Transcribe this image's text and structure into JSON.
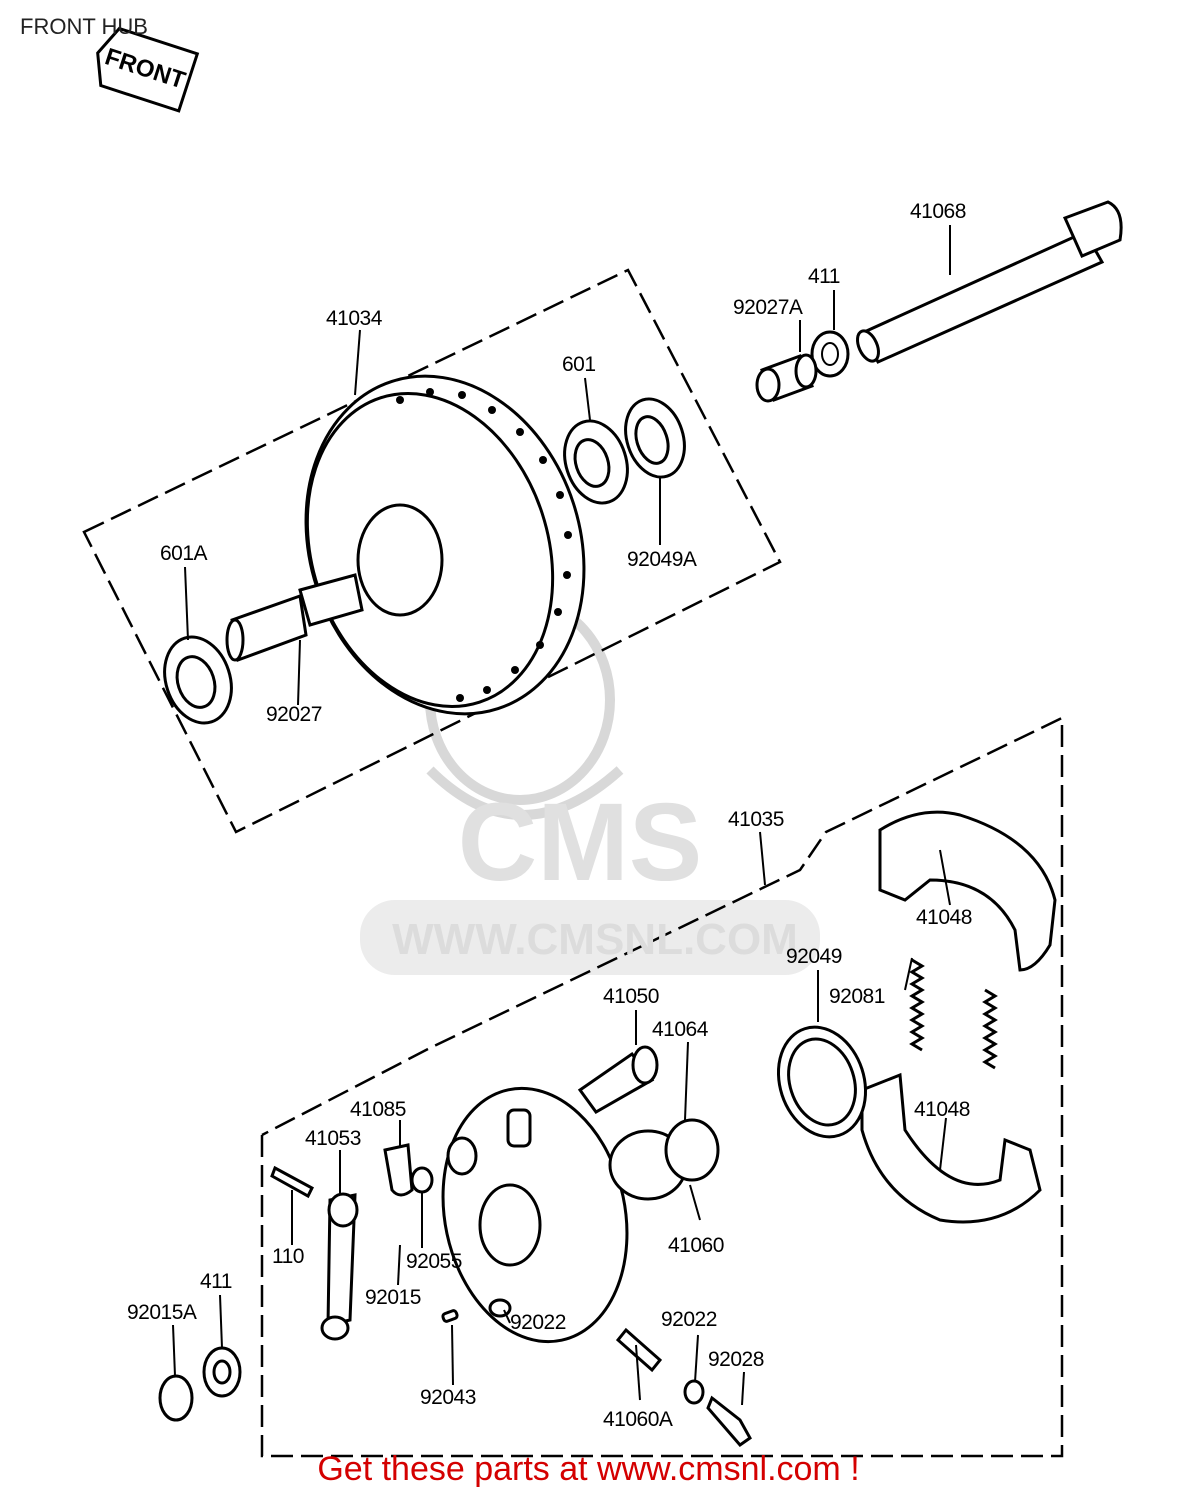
{
  "title": "FRONT HUB",
  "front_tag": "FRONT",
  "footer": "Get these parts at www.cmsnl.com !",
  "watermark": {
    "brand": "CMS",
    "url": "WWW.CMSNL.COM"
  },
  "parts": [
    {
      "id": "p41068",
      "label": "41068"
    },
    {
      "id": "p411a",
      "label": "411"
    },
    {
      "id": "p92027a",
      "label": "92027A"
    },
    {
      "id": "p41034",
      "label": "41034"
    },
    {
      "id": "p601",
      "label": "601"
    },
    {
      "id": "p601a",
      "label": "601A"
    },
    {
      "id": "p92049a",
      "label": "92049A"
    },
    {
      "id": "p92027",
      "label": "92027"
    },
    {
      "id": "p41035",
      "label": "41035"
    },
    {
      "id": "p41048a",
      "label": "41048"
    },
    {
      "id": "p92049",
      "label": "92049"
    },
    {
      "id": "p92081",
      "label": "92081"
    },
    {
      "id": "p41050",
      "label": "41050"
    },
    {
      "id": "p41064",
      "label": "41064"
    },
    {
      "id": "p41048b",
      "label": "41048"
    },
    {
      "id": "p41085",
      "label": "41085"
    },
    {
      "id": "p41053",
      "label": "41053"
    },
    {
      "id": "p110",
      "label": "110"
    },
    {
      "id": "p92055",
      "label": "92055"
    },
    {
      "id": "p41060",
      "label": "41060"
    },
    {
      "id": "p411b",
      "label": "411"
    },
    {
      "id": "p92015a",
      "label": "92015A"
    },
    {
      "id": "p92015",
      "label": "92015"
    },
    {
      "id": "p92022a",
      "label": "92022"
    },
    {
      "id": "p92022b",
      "label": "92022"
    },
    {
      "id": "p92028",
      "label": "92028"
    },
    {
      "id": "p92043",
      "label": "92043"
    },
    {
      "id": "p41060a",
      "label": "41060A"
    }
  ]
}
